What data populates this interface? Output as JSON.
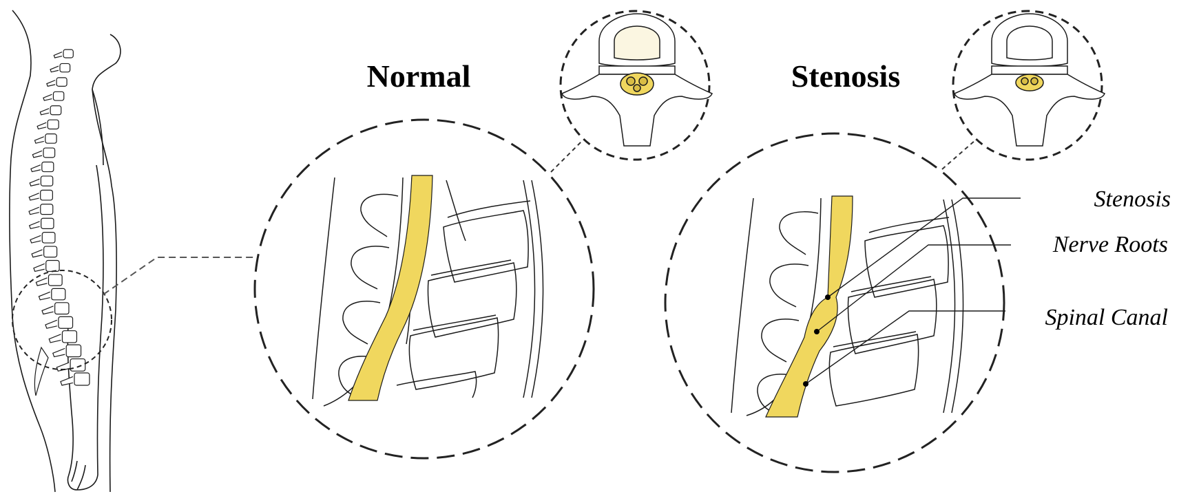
{
  "titles": {
    "normal": "Normal",
    "stenosis": "Stenosis"
  },
  "labels": [
    {
      "id": "stenosis",
      "text": "Stenosis"
    },
    {
      "id": "nerve_roots",
      "text": "Nerve Roots"
    },
    {
      "id": "spinal_canal",
      "text": "Spinal Canal"
    }
  ],
  "colors": {
    "canal_fill": "#F0D75E",
    "outline": "#1a1a1a",
    "cross_section_body": "#FBF6E1"
  }
}
